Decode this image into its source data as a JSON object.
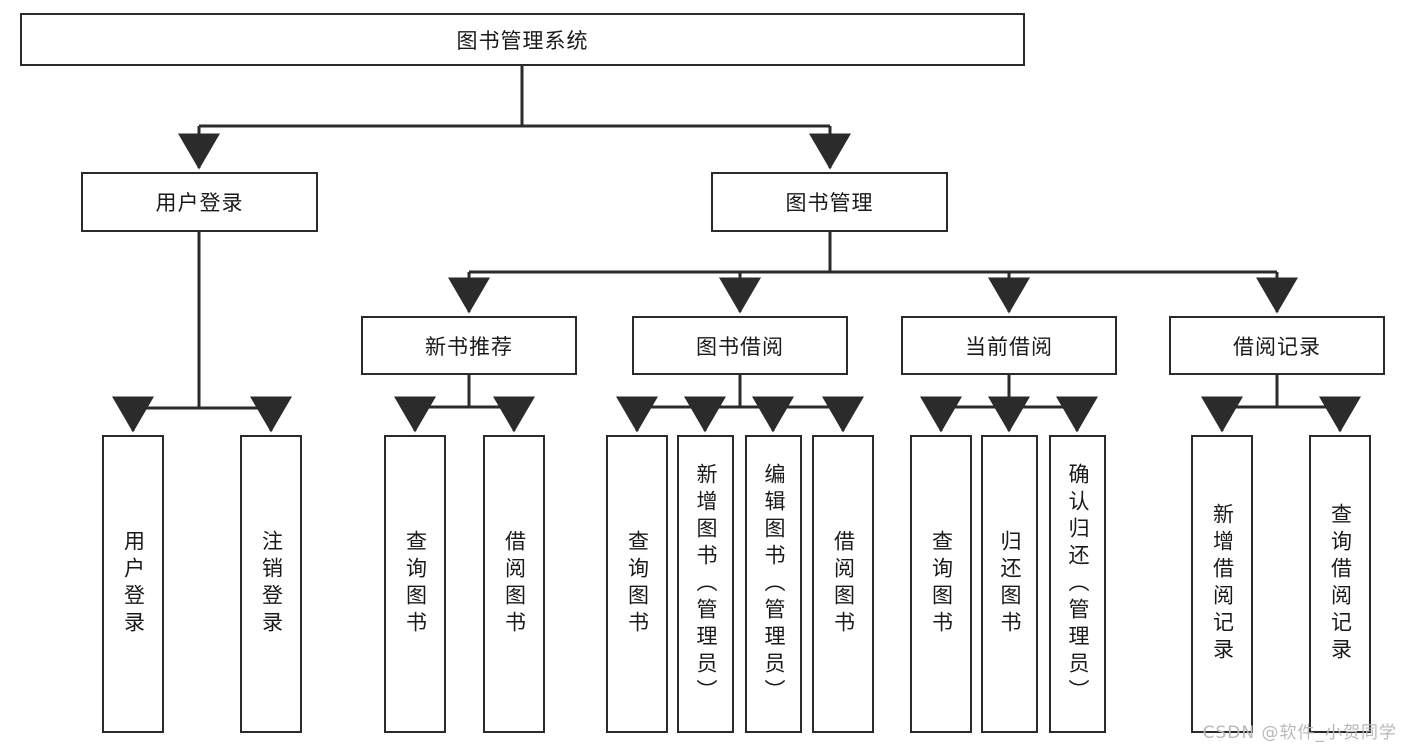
{
  "diagram": {
    "type": "tree-hierarchy-chart",
    "title": "图书管理系统",
    "orientation": "top-down",
    "colors": {
      "box_border": "#2b2b2b",
      "box_fill": "#ffffff",
      "connector": "#2b2b2b",
      "text": "#1a1a1a",
      "watermark": "#b9b9b9",
      "background": "#ffffff"
    },
    "root": {
      "label": "图书管理系统",
      "name": "root-node"
    },
    "level2": [
      {
        "label": "用户登录",
        "name": "node-user-login"
      },
      {
        "label": "图书管理",
        "name": "node-book-management"
      }
    ],
    "level3": [
      {
        "label": "新书推荐",
        "name": "node-new-book-recommend"
      },
      {
        "label": "图书借阅",
        "name": "node-book-borrow"
      },
      {
        "label": "当前借阅",
        "name": "node-current-borrow"
      },
      {
        "label": "借阅记录",
        "name": "node-borrow-record"
      }
    ],
    "leaves": {
      "user_login": [
        {
          "label": "用户登录",
          "name": "leaf-user-login"
        },
        {
          "label": "注销登录",
          "name": "leaf-logout"
        }
      ],
      "new_book_recommend": [
        {
          "label": "查询图书",
          "name": "leaf-query-book-recommend"
        },
        {
          "label": "借阅图书",
          "name": "leaf-borrow-book-recommend"
        }
      ],
      "book_borrow": [
        {
          "label": "查询图书",
          "name": "leaf-query-book-borrow"
        },
        {
          "label": "新增图书（管理员）",
          "name": "leaf-add-book-admin"
        },
        {
          "label": "编辑图书（管理员）",
          "name": "leaf-edit-book-admin"
        },
        {
          "label": "借阅图书",
          "name": "leaf-borrow-book"
        }
      ],
      "current_borrow": [
        {
          "label": "查询图书",
          "name": "leaf-query-book-current"
        },
        {
          "label": "归还图书",
          "name": "leaf-return-book"
        },
        {
          "label": "确认归还（管理员）",
          "name": "leaf-confirm-return-admin"
        }
      ],
      "borrow_record": [
        {
          "label": "新增借阅记录",
          "name": "leaf-add-borrow-record"
        },
        {
          "label": "查询借阅记录",
          "name": "leaf-query-borrow-record"
        }
      ]
    },
    "watermark": "CSDN @软件_小贺同学"
  }
}
